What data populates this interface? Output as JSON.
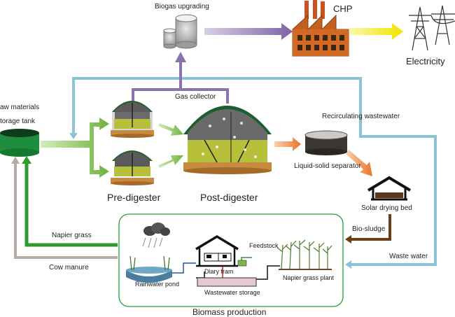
{
  "labels": {
    "biogas_upgrading": "Biogas upgrading",
    "chp": "CHP",
    "electricity": "Electricity",
    "raw_materials_line1": "aw materials",
    "raw_materials_line2": "torage tank",
    "gas_collector": "Gas collector",
    "recirculating_wastewater": "Recirculating wastewater",
    "liquid_solid_separator": "Liquid-solid separator",
    "pre_digester": "Pre-digester",
    "post_digester": "Post-digester",
    "solar_drying_bed": "Solar drying bed",
    "bio_sludge": "Bio-sludge",
    "napier_grass": "Napier grass",
    "cow_manure": "Cow manure",
    "waste_water": "Waste water",
    "feedstock": "Feedstock",
    "rainwater_pond": "Rainwater pond",
    "dairy_farm": "Diary fram",
    "wastewater_storage": "Wastewater storage",
    "napier_grass_plant": "Napier grass plant",
    "biomass_production": "Biomass production"
  },
  "colors": {
    "purple": "#8a74ad",
    "yellow": "#f2e81a",
    "light_blue": "#8ac4d6",
    "green_arrow": "#6db33f",
    "dark_green": "#2f9a2f",
    "orange": "#e87d2a",
    "brown": "#6b3f16",
    "grey_brown": "#b7a9a3",
    "tank_green": "#1e8e3e",
    "dome_green": "#1c5e2c"
  }
}
